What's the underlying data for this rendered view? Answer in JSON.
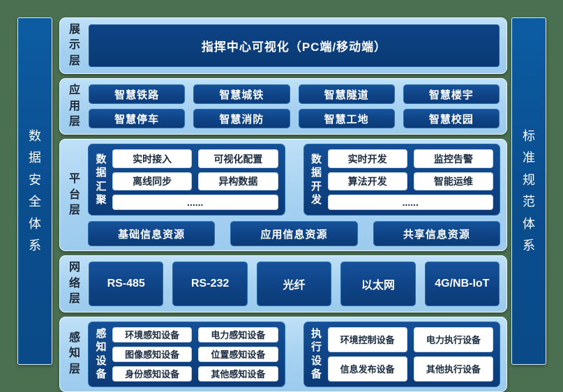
{
  "colors": {
    "background": "#4a7051",
    "panel_light_blue": "#a6d1f1",
    "box_navy": "#0e4284",
    "banner_navy": "#0a3a74",
    "pillar_blue": "#0a4e8f",
    "white_box_text": "#1b2c40",
    "box_text": "#ffffff"
  },
  "pillars": {
    "left": "数据安全体系",
    "right": "标准规范体系"
  },
  "layers": {
    "display": {
      "label": "展示层",
      "banner": "指挥中心可视化（PC端/移动端）"
    },
    "application": {
      "label": "应用层",
      "items": [
        "智慧铁路",
        "智慧城铁",
        "智慧隧道",
        "智慧楼宇",
        "智慧停车",
        "智慧消防",
        "智慧工地",
        "智慧校园"
      ]
    },
    "platform": {
      "label": "平台层",
      "groups": [
        {
          "title": "数据汇聚",
          "items": [
            "实时接入",
            "可视化配置",
            "离线同步",
            "异构数据"
          ],
          "more": "......"
        },
        {
          "title": "数据开发",
          "items": [
            "实时开发",
            "监控告警",
            "算法开发",
            "智能运维"
          ],
          "more": "......"
        }
      ],
      "resources": [
        "基础信息资源",
        "应用信息资源",
        "共享信息资源"
      ]
    },
    "network": {
      "label": "网络层",
      "items": [
        "RS-485",
        "RS-232",
        "光纤",
        "以太网",
        "4G/NB-IoT"
      ]
    },
    "perception": {
      "label": "感知层",
      "groups": [
        {
          "title": "感知设备",
          "items": [
            "环境感知设备",
            "电力感知设备",
            "图像感知设备",
            "位置感知设备",
            "身份感知设备",
            "其他感知设备"
          ]
        },
        {
          "title": "执行设备",
          "items": [
            "环境控制设备",
            "电力执行设备",
            "信息发布设备",
            "其他执行设备"
          ]
        }
      ]
    }
  }
}
